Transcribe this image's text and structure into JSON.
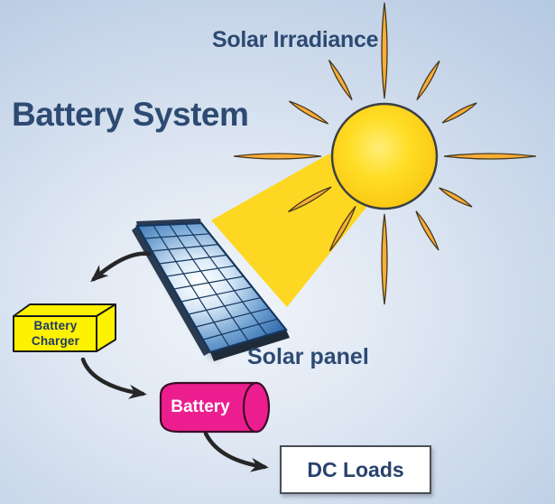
{
  "diagram": {
    "title": "Battery System",
    "labels": {
      "solar_irradiance": "Solar Irradiance",
      "solar_panel": "Solar panel"
    },
    "nodes": {
      "battery_charger": {
        "line1": "Battery",
        "line2": "Charger"
      },
      "battery": {
        "label": "Battery"
      },
      "dc_loads": {
        "label": "DC Loads"
      }
    },
    "icons": {
      "sun": "sun-icon",
      "sun_rays": "sun-ray-icon",
      "beam": "sun-beam",
      "solar_panel": "solar-panel-icon",
      "battery_charger": "battery-charger-box",
      "battery": "battery-cylinder-icon",
      "arrows": [
        "arrow-panel-to-charger",
        "arrow-charger-to-battery",
        "arrow-battery-to-dcloads"
      ]
    },
    "colors": {
      "background_corner": "#b3c8e1",
      "background_center": "#f1f5fa",
      "title_text": "#2d4a72",
      "charger_text": "#1d3a66",
      "dc_loads_text": "#29436e",
      "sun_yellow": "#ffd61e",
      "ray_orange": "#f8ad36",
      "beam_yellow": "#fdd722",
      "panel_blue": "#2d66a8",
      "charger_yellow": "#fff200",
      "battery_pink": "#ec1e8f",
      "battery_text": "#ffffff",
      "dc_loads_bg": "#ffffff",
      "arrow_black": "#262626"
    }
  }
}
